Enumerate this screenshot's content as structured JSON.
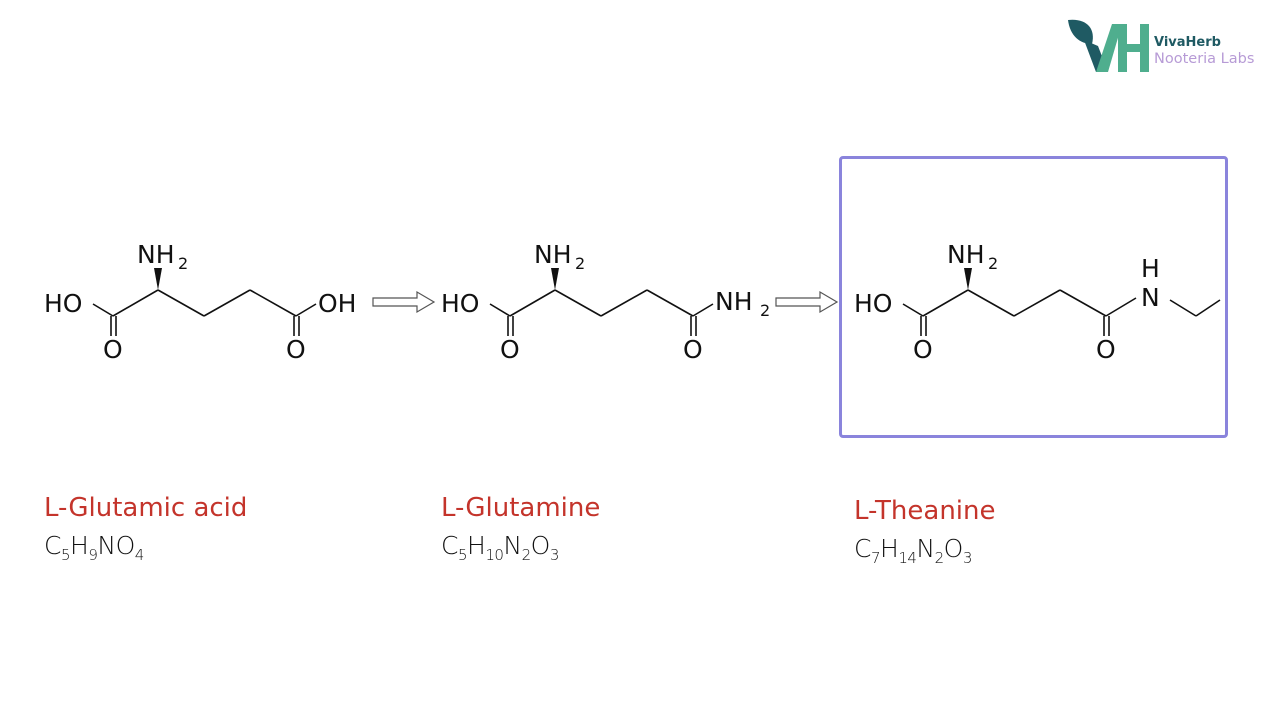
{
  "brand": {
    "name": "VivaHerb",
    "subtitle": "Nooteria Labs",
    "colors": {
      "teal": "#1f5a63",
      "green": "#4fae8e",
      "lavender": "#b79bd6"
    }
  },
  "molecules": [
    {
      "name": "L-Glutamic acid",
      "formula": [
        [
          "C",
          "5"
        ],
        [
          "H",
          "9"
        ],
        [
          "N",
          ""
        ],
        [
          "O",
          "4"
        ]
      ],
      "left_group": "HO",
      "right_group": "OH",
      "amine": "NH",
      "amine_sub": "2",
      "carbonyl_o": "O"
    },
    {
      "name": "L-Glutamine",
      "formula": [
        [
          "C",
          "5"
        ],
        [
          "H",
          "10"
        ],
        [
          "N",
          "2"
        ],
        [
          "O",
          "3"
        ]
      ],
      "left_group": "HO",
      "right_group": "NH",
      "right_group_sub": "2",
      "amine": "NH",
      "amine_sub": "2",
      "carbonyl_o": "O"
    },
    {
      "name": "L-Theanine",
      "formula": [
        [
          "C",
          "7"
        ],
        [
          "H",
          "14"
        ],
        [
          "N",
          "2"
        ],
        [
          "O",
          "3"
        ]
      ],
      "left_group": "HO",
      "right_group": "N",
      "right_group_h": "H",
      "amine": "NH",
      "amine_sub": "2",
      "carbonyl_o": "O",
      "highlighted": true
    }
  ],
  "colors": {
    "name": "#c4342b",
    "highlight_border": "#8a84dc",
    "text": "#111111"
  }
}
